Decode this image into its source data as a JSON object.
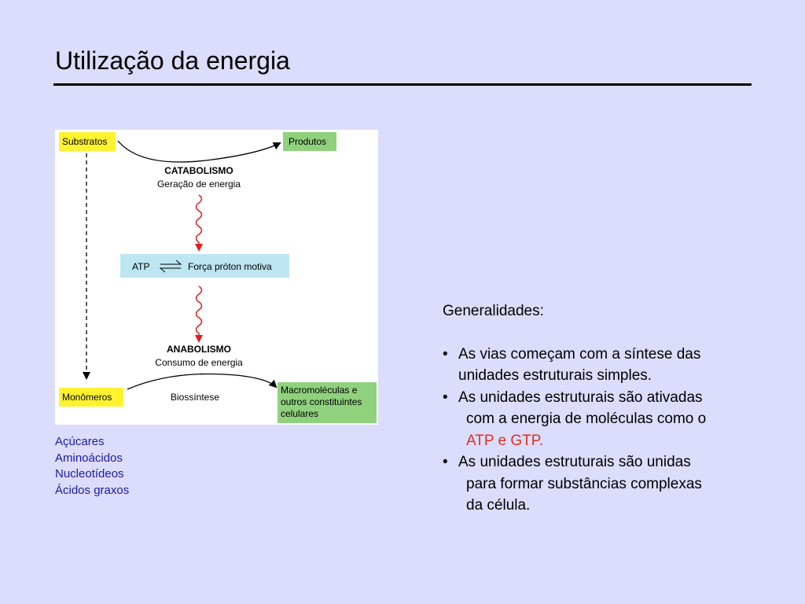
{
  "slide": {
    "title": "Utilização da energia"
  },
  "diagram": {
    "substrates_label": "Substratos",
    "products_label": "Produtos",
    "catabolism_title": "CATABOLISMO",
    "catabolism_subtitle": "Geração de energia",
    "atp_label": "ATP",
    "pmf_label": "Força próton motiva",
    "anabolism_title": "ANABOLISMO",
    "anabolism_subtitle": "Consumo de energia",
    "monomers_label": "Monômeros",
    "biosynthesis_label": "Biossíntese",
    "macromolecules_lines": [
      "Macromoléculas e",
      "outros constituintes",
      "celulares"
    ],
    "colors": {
      "yellow_box": "#fff22e",
      "green_box": "#8fd17d",
      "blue_box": "#bde6f2",
      "wavy_arrow": "#e01c1c"
    }
  },
  "monomer_examples": [
    "Açúcares",
    "Aminoácidos",
    "Nucleotídeos",
    "Ácidos graxos"
  ],
  "info": {
    "heading": "Generalidades:",
    "bullet_symbol": "•",
    "items": [
      {
        "lines": [
          "As vias começam com a síntese das",
          "unidades estruturais simples."
        ]
      },
      {
        "lines": [
          "As unidades estruturais são ativadas",
          "com a energia de moléculas como o"
        ],
        "highlight": "ATP e GTP."
      },
      {
        "lines": [
          "As unidades estruturais são unidas",
          "para formar substâncias complexas",
          "da célula."
        ]
      }
    ]
  }
}
